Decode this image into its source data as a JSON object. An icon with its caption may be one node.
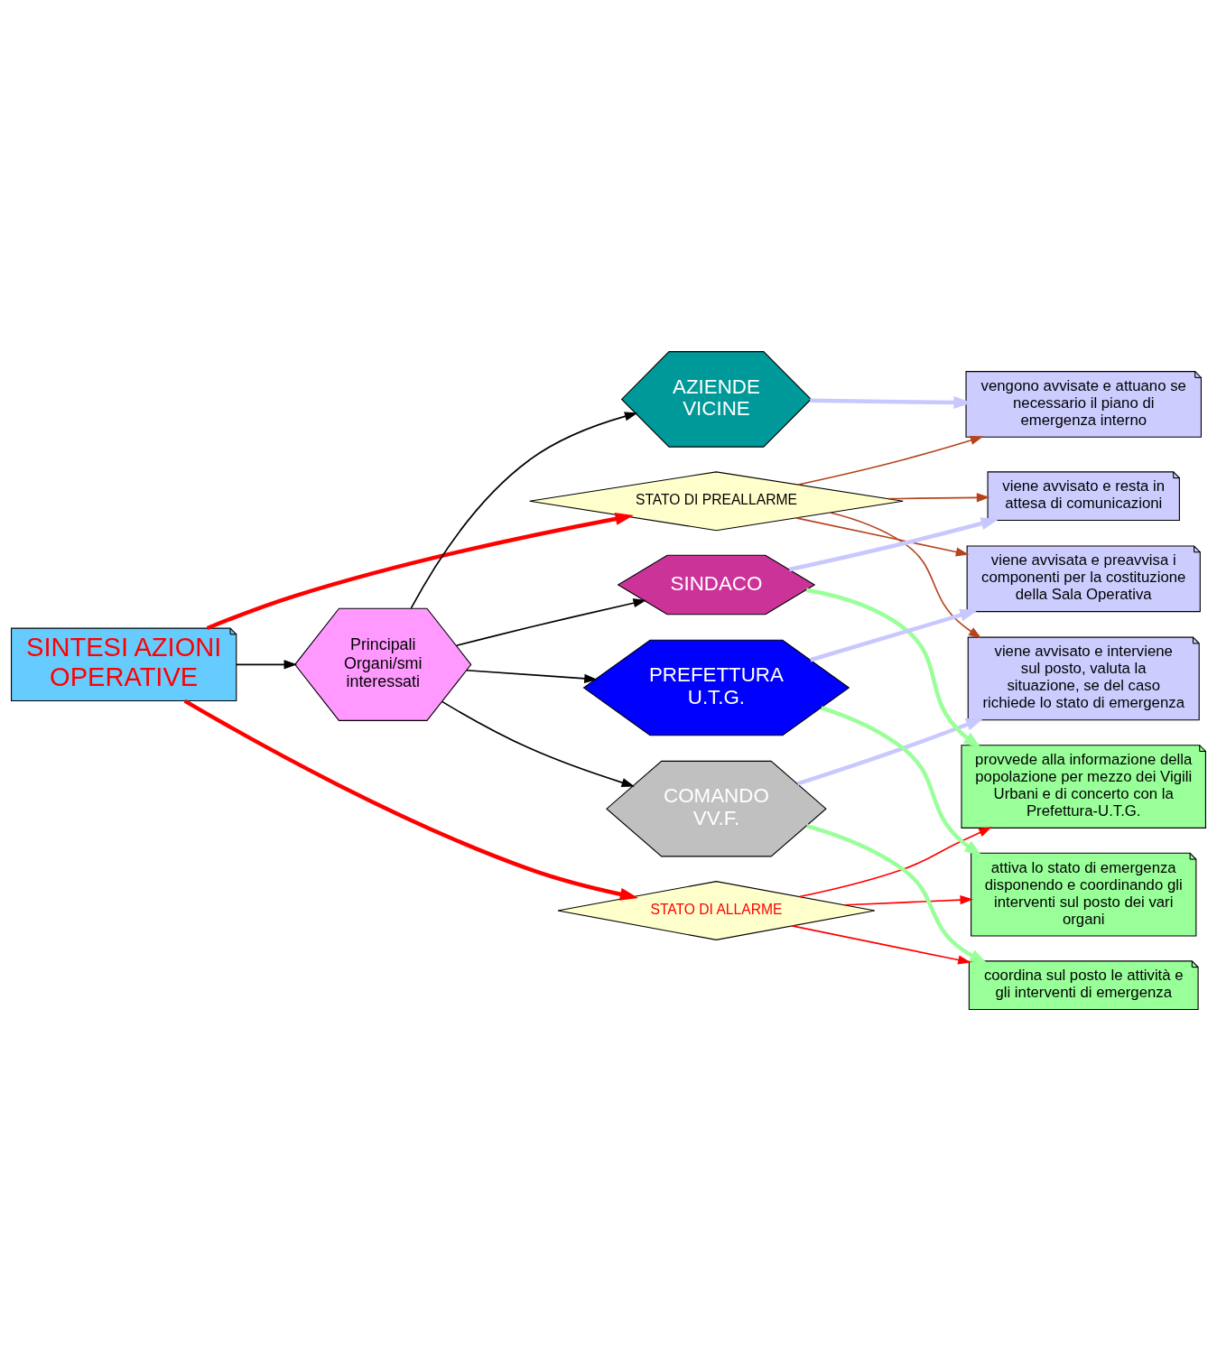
{
  "diagram": {
    "nodes": [
      {
        "text": [
          "SINTESI AZIONI OPERATIVE"
        ]
      },
      {
        "text": [
          "Principali Organi/smi interessati"
        ]
      },
      {
        "text": [
          "STATO DI PREALLARME"
        ]
      },
      {
        "text": [
          "STATO DI ALLARME"
        ]
      },
      {
        "text": [
          "COMANDO",
          "VV.F."
        ]
      },
      {
        "text": [
          "SINDACO"
        ]
      },
      {
        "text": [
          "PREFETTURA U.T.G."
        ]
      },
      {
        "text": [
          "AZIENDE VICINE"
        ]
      },
      {
        "text": [
          "viene avvisato e interviene sul posto, valuta la situazione, se del caso richiede lo stato di emergenza"
        ]
      },
      {
        "text": [
          "viene avvisato e resta in attesa di comunicazioni"
        ]
      },
      {
        "text": [
          "viene avvisata e preavvisa i componenti per la costituzione della Sala Operativa"
        ]
      },
      {
        "text": [
          "vengono avvisate e attuano se necessario il piano di emergenza interno"
        ]
      },
      {
        "text": [
          "coordina sul posto le attività e gli interventi di emergenza"
        ]
      },
      {
        "text": [
          "provvede alla informazione della popolazione per mezzo dei Vigili Urbani e di concerto con la Prefettura-U.T.G."
        ]
      },
      {
        "text": [
          "attiva lo stato di emergenza disponendo e coordinando gli interventi sul posto dei vari organi"
        ]
      }
    ],
    "edges": [
      {
        "from": 0,
        "to": 1,
        "arrow": "to"
      },
      {
        "from": 0,
        "to": 2,
        "arrow": "to",
        "style": "thick",
        "color": "#ff0000"
      },
      {
        "from": 0,
        "to": 3,
        "arrow": "to",
        "style": "thick",
        "color": "#ff0000"
      },
      {
        "from": 1,
        "to": 4,
        "arrow": "to"
      },
      {
        "from": 1,
        "to": 5,
        "arrow": "to"
      },
      {
        "from": 1,
        "to": 6,
        "arrow": "to"
      },
      {
        "from": 1,
        "to": 7,
        "arrow": "to"
      },
      {
        "from": 2,
        "to": 8,
        "arrow": "to",
        "color": "#b5441e"
      },
      {
        "from": 2,
        "to": 9,
        "arrow": "to",
        "color": "#b5441e"
      },
      {
        "from": 2,
        "to": 10,
        "arrow": "to",
        "color": "#b5441e"
      },
      {
        "from": 2,
        "to": 11,
        "arrow": "to",
        "color": "#b5441e"
      },
      {
        "from": 3,
        "to": 12,
        "arrow": "to",
        "color": "#ff0000"
      },
      {
        "from": 3,
        "to": 13,
        "arrow": "to",
        "color": "#ff0000"
      },
      {
        "from": 3,
        "to": 14,
        "arrow": "to",
        "color": "#ff0000"
      },
      {
        "from": 4,
        "to": 8,
        "arrow": "to",
        "style": "thick",
        "color": "#c8c8ff"
      },
      {
        "from": 4,
        "to": 12,
        "arrow": "to",
        "style": "thick",
        "color": "#99ff99"
      },
      {
        "from": 5,
        "to": 9,
        "arrow": "to",
        "style": "thick",
        "color": "#c8c8ff"
      },
      {
        "from": 5,
        "to": 13,
        "arrow": "to",
        "style": "thick",
        "color": "#99ff99"
      },
      {
        "from": 6,
        "to": 10,
        "arrow": "to",
        "style": "thick",
        "color": "#c8c8ff"
      },
      {
        "from": 6,
        "to": 14,
        "arrow": "to",
        "style": "thick",
        "color": "#99ff99"
      },
      {
        "from": 7,
        "to": 11,
        "arrow": "to",
        "style": "thick",
        "color": "#c8c8ff"
      }
    ]
  }
}
